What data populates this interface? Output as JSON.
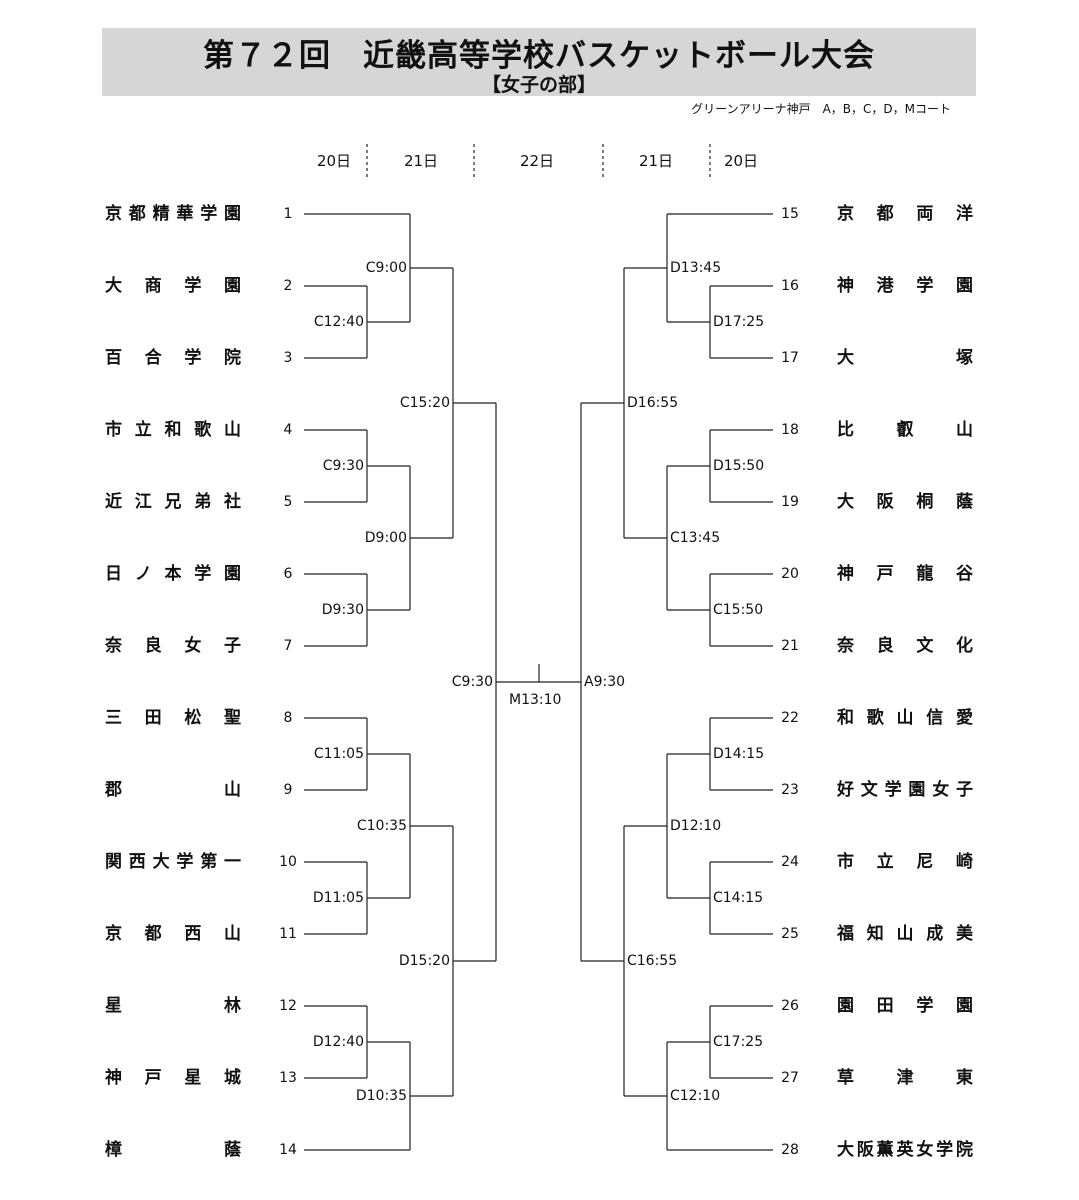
{
  "header": {
    "title": "第７２回　近畿高等学校バスケットボール大会",
    "subtitle": "【女子の部】",
    "venue": "グリーンアリーナ神戸　A，B，C，D，Mコート"
  },
  "days": [
    "20日",
    "21日",
    "22日",
    "21日",
    "20日"
  ],
  "left_teams": [
    {
      "no": "1",
      "name": "京都精華学園"
    },
    {
      "no": "2",
      "name": "大商学園"
    },
    {
      "no": "3",
      "name": "百合学院"
    },
    {
      "no": "4",
      "name": "市立和歌山"
    },
    {
      "no": "5",
      "name": "近江兄弟社"
    },
    {
      "no": "6",
      "name": "日ノ本学園"
    },
    {
      "no": "7",
      "name": "奈良女子"
    },
    {
      "no": "8",
      "name": "三田松聖"
    },
    {
      "no": "9",
      "name": "郡山"
    },
    {
      "no": "10",
      "name": "関西大学第一"
    },
    {
      "no": "11",
      "name": "京都西山"
    },
    {
      "no": "12",
      "name": "星林"
    },
    {
      "no": "13",
      "name": "神戸星城"
    },
    {
      "no": "14",
      "name": "樟蔭"
    }
  ],
  "right_teams": [
    {
      "no": "15",
      "name": "京都両洋"
    },
    {
      "no": "16",
      "name": "神港学園"
    },
    {
      "no": "17",
      "name": "大塚"
    },
    {
      "no": "18",
      "name": "比叡山"
    },
    {
      "no": "19",
      "name": "大阪桐蔭"
    },
    {
      "no": "20",
      "name": "神戸龍谷"
    },
    {
      "no": "21",
      "name": "奈良文化"
    },
    {
      "no": "22",
      "name": "和歌山信愛"
    },
    {
      "no": "23",
      "name": "好文学園女子"
    },
    {
      "no": "24",
      "name": "市立尼崎"
    },
    {
      "no": "25",
      "name": "福知山成美"
    },
    {
      "no": "26",
      "name": "園田学園"
    },
    {
      "no": "27",
      "name": "草津東"
    },
    {
      "no": "28",
      "name": "大阪薫英女学院"
    }
  ],
  "games_left": {
    "r1": [
      "C12:40",
      "C9:30",
      "D9:30",
      "C11:05",
      "D11:05",
      "D12:40"
    ],
    "r2": [
      "C9:00",
      "D9:00",
      "C10:35",
      "D10:35"
    ],
    "r3": [
      "C15:20",
      "D15:20"
    ],
    "semi": "C9:30"
  },
  "games_right": {
    "r1": [
      "D17:25",
      "D15:50",
      "C15:50",
      "D14:15",
      "C14:15",
      "C17:25"
    ],
    "r2": [
      "D13:45",
      "C13:45",
      "D12:10",
      "C12:10"
    ],
    "r3": [
      "D16:55",
      "C16:55"
    ],
    "semi": "A9:30"
  },
  "final": "M13:10"
}
